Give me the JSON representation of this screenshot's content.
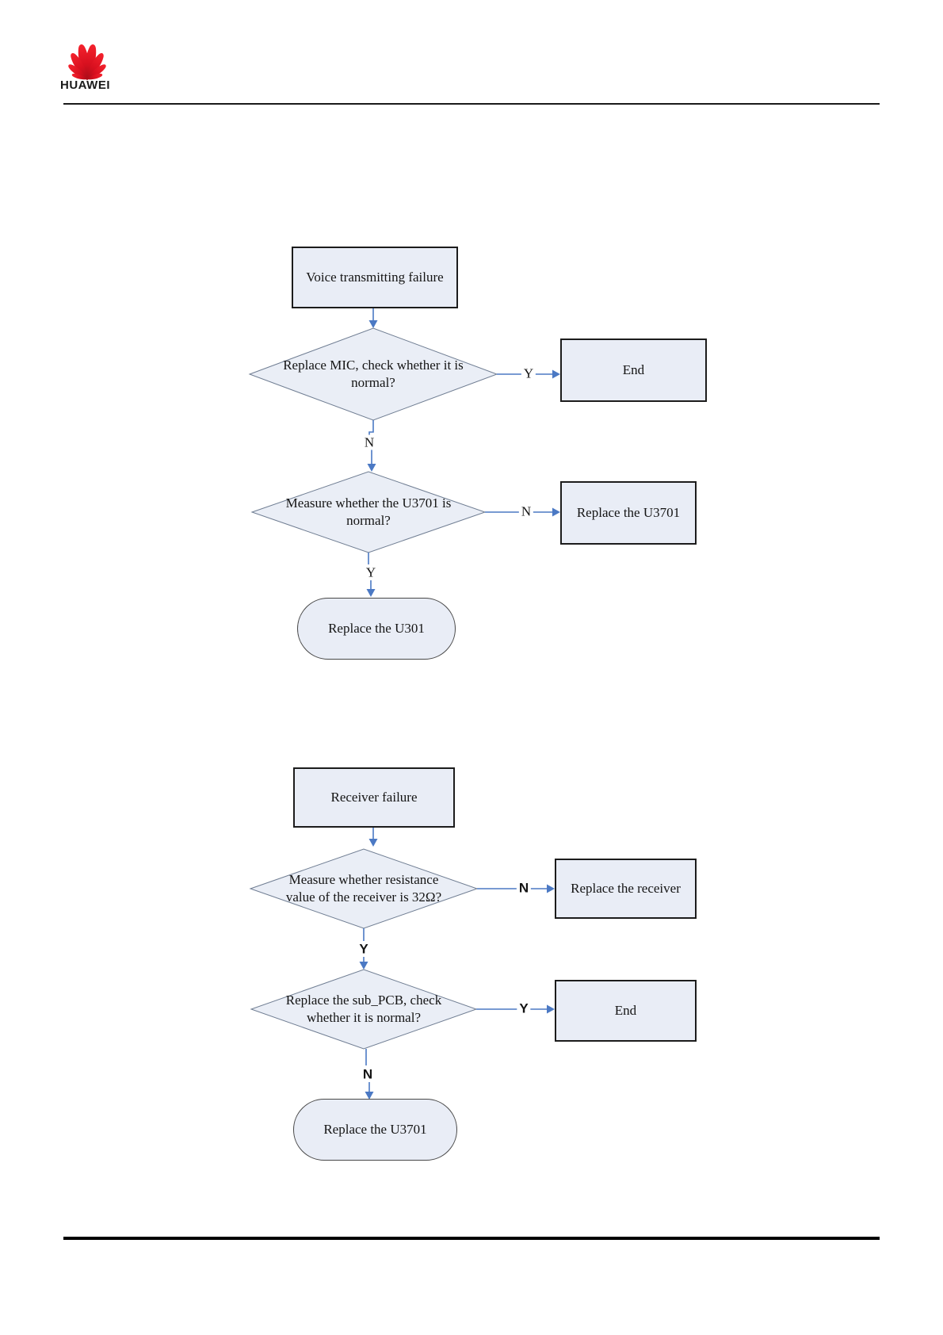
{
  "header": {
    "brand": "HUAWEI"
  },
  "colors": {
    "logo_red": "#e60012",
    "shape_fill": "#e9edf6",
    "rect_border": "#1c1c1c",
    "diamond_border": "#6f7d92",
    "connector_blue": "#4b79c4"
  },
  "chart1": {
    "start": "Voice transmitting failure",
    "decision1": "Replace MIC, check whether it is normal?",
    "label_yes1": "Y",
    "end": "End",
    "label_no1": "N",
    "decision2": "Measure whether the U3701 is normal?",
    "label_no2": "N",
    "action": "Replace the U3701",
    "label_yes2": "Y",
    "terminal": "Replace the U301"
  },
  "chart2": {
    "start": "Receiver failure",
    "decision1": "Measure whether resistance value of the receiver is 32Ω?",
    "label_no1": "N",
    "action": "Replace the receiver",
    "label_yes1": "Y",
    "decision2": "Replace the sub_PCB, check whether it is normal?",
    "label_yes2": "Y",
    "end": "End",
    "label_no2": "N",
    "terminal": "Replace the U3701"
  }
}
